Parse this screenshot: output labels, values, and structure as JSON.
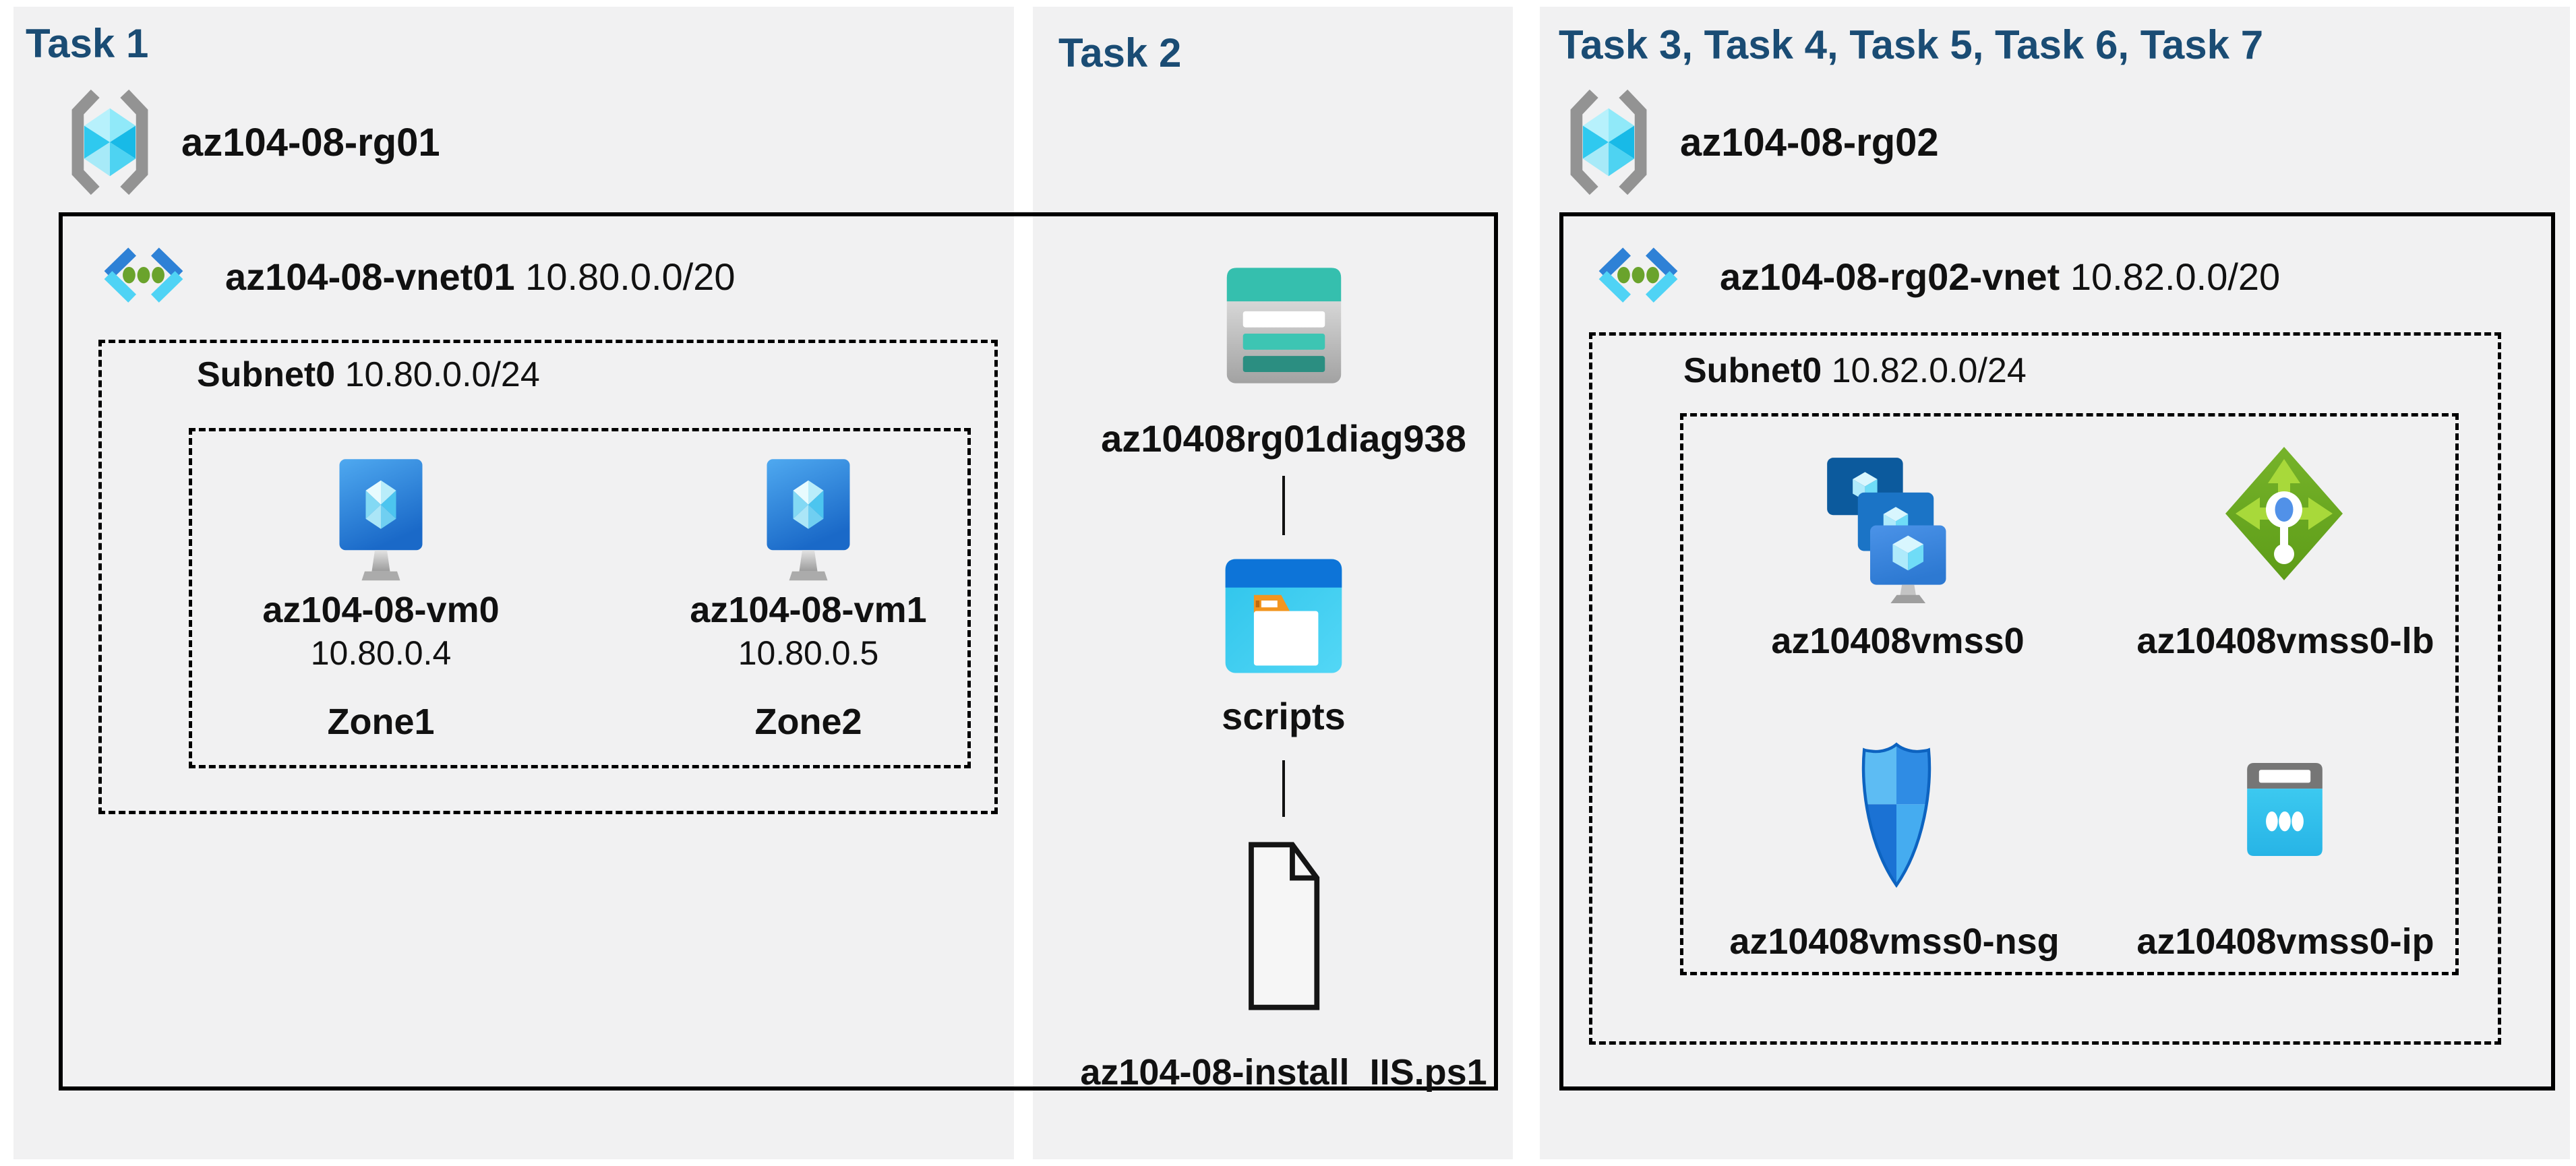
{
  "task1": {
    "header": "Task 1",
    "resource_group": "az104-08-rg01",
    "vnet_name": "az104-08-vnet01",
    "vnet_cidr": "10.80.0.0/20",
    "subnet_name": "Subnet0",
    "subnet_cidr": "10.80.0.0/24",
    "vms": [
      {
        "name": "az104-08-vm0",
        "ip": "10.80.0.4",
        "zone": "Zone1"
      },
      {
        "name": "az104-08-vm1",
        "ip": "10.80.0.5",
        "zone": "Zone2"
      }
    ]
  },
  "task2": {
    "header": "Task 2",
    "storage_account": "az10408rg01diag938",
    "container": "scripts",
    "script_file": "az104-08-install_IIS.ps1"
  },
  "task3": {
    "header": "Task 3, Task 4, Task 5, Task 6, Task 7",
    "resource_group": "az104-08-rg02",
    "vnet_name": "az104-08-rg02-vnet",
    "vnet_cidr": "10.82.0.0/20",
    "subnet_name": "Subnet0",
    "subnet_cidr": "10.82.0.0/24",
    "resources": [
      {
        "name": "az10408vmss0",
        "type": "virtual-machine-scale-set"
      },
      {
        "name": "az10408vmss0-lb",
        "type": "load-balancer"
      },
      {
        "name": "az10408vmss0-nsg",
        "type": "network-security-group"
      },
      {
        "name": "az10408vmss0-ip",
        "type": "public-ip-address"
      }
    ]
  },
  "icons": {
    "resource_group": "resource-group-icon",
    "virtual_network": "virtual-network-icon",
    "virtual_machine": "virtual-machine-icon",
    "storage_account": "storage-account-icon",
    "blob_container": "blob-container-icon",
    "script_file": "script-file-icon",
    "vm_scale_set": "vm-scale-set-icon",
    "load_balancer": "load-balancer-icon",
    "network_security_group": "network-security-group-icon",
    "public_ip": "public-ip-icon"
  },
  "colors": {
    "header_text": "#1a4c74",
    "panel_background": "#f1f1f2",
    "border_black": "#000000",
    "label_text": "#111111",
    "vnet_blue": "#2e81d6",
    "vnet_cyan": "#4fd3f5",
    "vnet_green": "#6aa32c",
    "vm_blue": "#1b6bca",
    "storage_teal": "#35bfae",
    "storage_teal_dark": "#2b8e81",
    "container_blue": "#0d74d8",
    "container_cyan": "#33c6ec",
    "folder_orange": "#f2951f",
    "lb_green": "#67a71e",
    "lb_arrow_green": "#a8d93a",
    "nsg_blue": "#2f8ce4",
    "ip_gray": "#767676",
    "ip_cyan": "#2fc3ee",
    "rg_bracket_gray": "#939393",
    "cube_cyan": "#2fc9ef"
  }
}
